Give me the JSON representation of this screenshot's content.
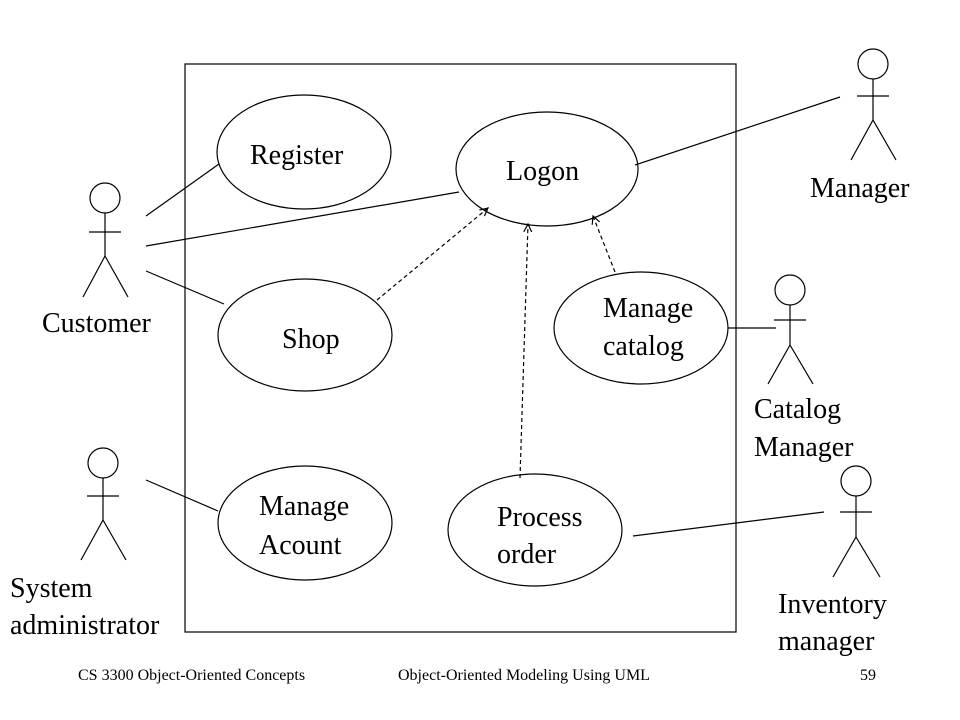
{
  "use_cases": {
    "register": "Register",
    "logon": "Logon",
    "shop": "Shop",
    "manage_catalog": [
      "Manage",
      "catalog"
    ],
    "manage_account": [
      "Manage",
      "Acount"
    ],
    "process_order": [
      "Process",
      "order"
    ]
  },
  "actors": {
    "customer": "Customer",
    "manager": "Manager",
    "catalog_manager": [
      "Catalog",
      "Manager"
    ],
    "system_administrator": [
      "System",
      "administrator"
    ],
    "inventory_manager": [
      "Inventory",
      "manager"
    ]
  },
  "footer": {
    "course": "CS 3300 Object-Oriented Concepts",
    "topic": "Object-Oriented Modeling Using UML",
    "page": "59"
  }
}
